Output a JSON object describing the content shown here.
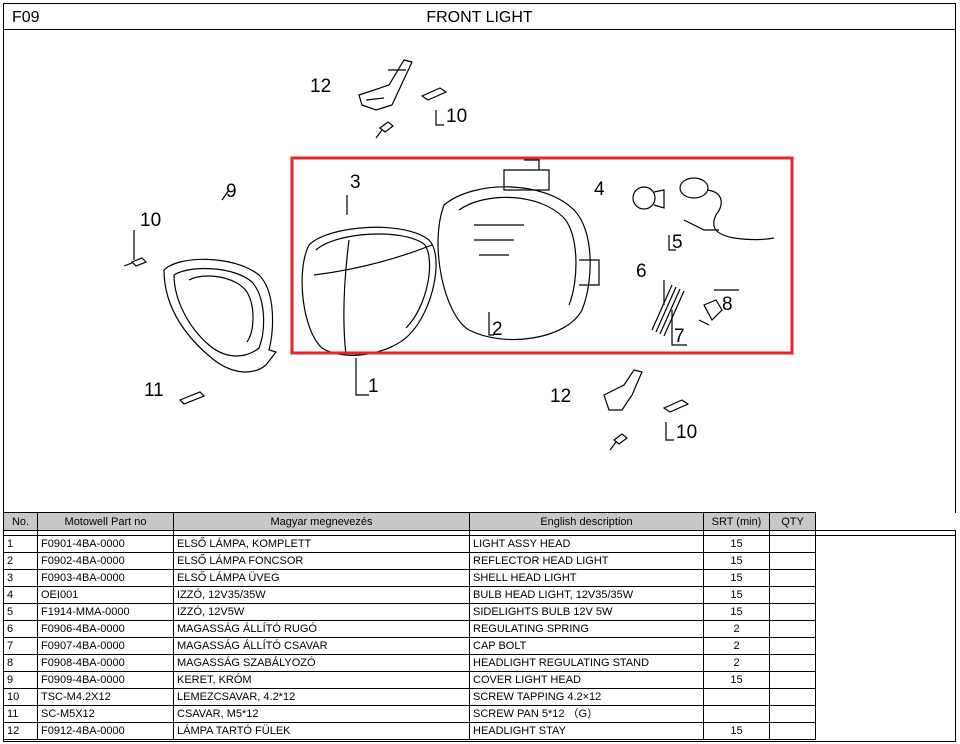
{
  "header": {
    "code": "F09",
    "title": "FRONT LIGHT"
  },
  "callouts": [
    "12",
    "10",
    "3",
    "9",
    "4",
    "10",
    "5",
    "6",
    "8",
    "2",
    "7",
    "11",
    "1",
    "12",
    "10"
  ],
  "table": {
    "columns": [
      "No.",
      "Motowell Part no",
      "Magyar megnevezés",
      "English description",
      "SRT (min)",
      "QTY"
    ],
    "rows": [
      {
        "no": "1",
        "part": "F0901-4BA-0000",
        "hu": "ELSŐ LÁMPA, KOMPLETT",
        "en": "LIGHT ASSY HEAD",
        "srt": "15",
        "qty": ""
      },
      {
        "no": "2",
        "part": "F0902-4BA-0000",
        "hu": "ELSŐ LÁMPA FONCSOR",
        "en": "REFLECTOR HEAD LIGHT",
        "srt": "15",
        "qty": ""
      },
      {
        "no": "3",
        "part": "F0903-4BA-0000",
        "hu": "ELSŐ LÁMPA ÜVEG",
        "en": "SHELL HEAD LIGHT",
        "srt": "15",
        "qty": ""
      },
      {
        "no": "4",
        "part": "OEI001",
        "hu": "IZZÓ, 12V35/35W",
        "en": "BULB HEAD LIGHT, 12V35/35W",
        "srt": "15",
        "qty": ""
      },
      {
        "no": "5",
        "part": "F1914-MMA-0000",
        "hu": "IZZÓ, 12V5W",
        "en": "SIDELIGHTS BULB 12V 5W",
        "srt": "15",
        "qty": ""
      },
      {
        "no": "6",
        "part": "F0906-4BA-0000",
        "hu": "MAGASSÁG ÁLLÍTÓ RUGÓ",
        "en": "REGULATING SPRING",
        "srt": "2",
        "qty": ""
      },
      {
        "no": "7",
        "part": "F0907-4BA-0000",
        "hu": "MAGASSÁG ÁLLÍTÓ CSAVAR",
        "en": "CAP BOLT",
        "srt": "2",
        "qty": ""
      },
      {
        "no": "8",
        "part": "F0908-4BA-0000",
        "hu": "MAGASSÁG SZABÁLYOZÓ",
        "en": "HEADLIGHT REGULATING STAND",
        "srt": "2",
        "qty": ""
      },
      {
        "no": "9",
        "part": "F0909-4BA-0000",
        "hu": "KERET, KRÓM",
        "en": "COVER LIGHT HEAD",
        "srt": "15",
        "qty": ""
      },
      {
        "no": "10",
        "part": "TSC-M4.2X12",
        "hu": "LEMEZCSAVAR, 4.2*12",
        "en": "SCREW TAPPING 4.2×12",
        "srt": "",
        "qty": ""
      },
      {
        "no": "11",
        "part": "SC-M5X12",
        "hu": "CSAVAR, M5*12",
        "en": "SCREW PAN 5*12 （G）",
        "srt": "",
        "qty": ""
      },
      {
        "no": "12",
        "part": "F0912-4BA-0000",
        "hu": "LÁMPA TARTÓ FÜLEK",
        "en": "HEADLIGHT STAY",
        "srt": "15",
        "qty": ""
      }
    ]
  },
  "colors": {
    "highlight": "#e8232a",
    "header_bg": "#c8c8c8"
  }
}
